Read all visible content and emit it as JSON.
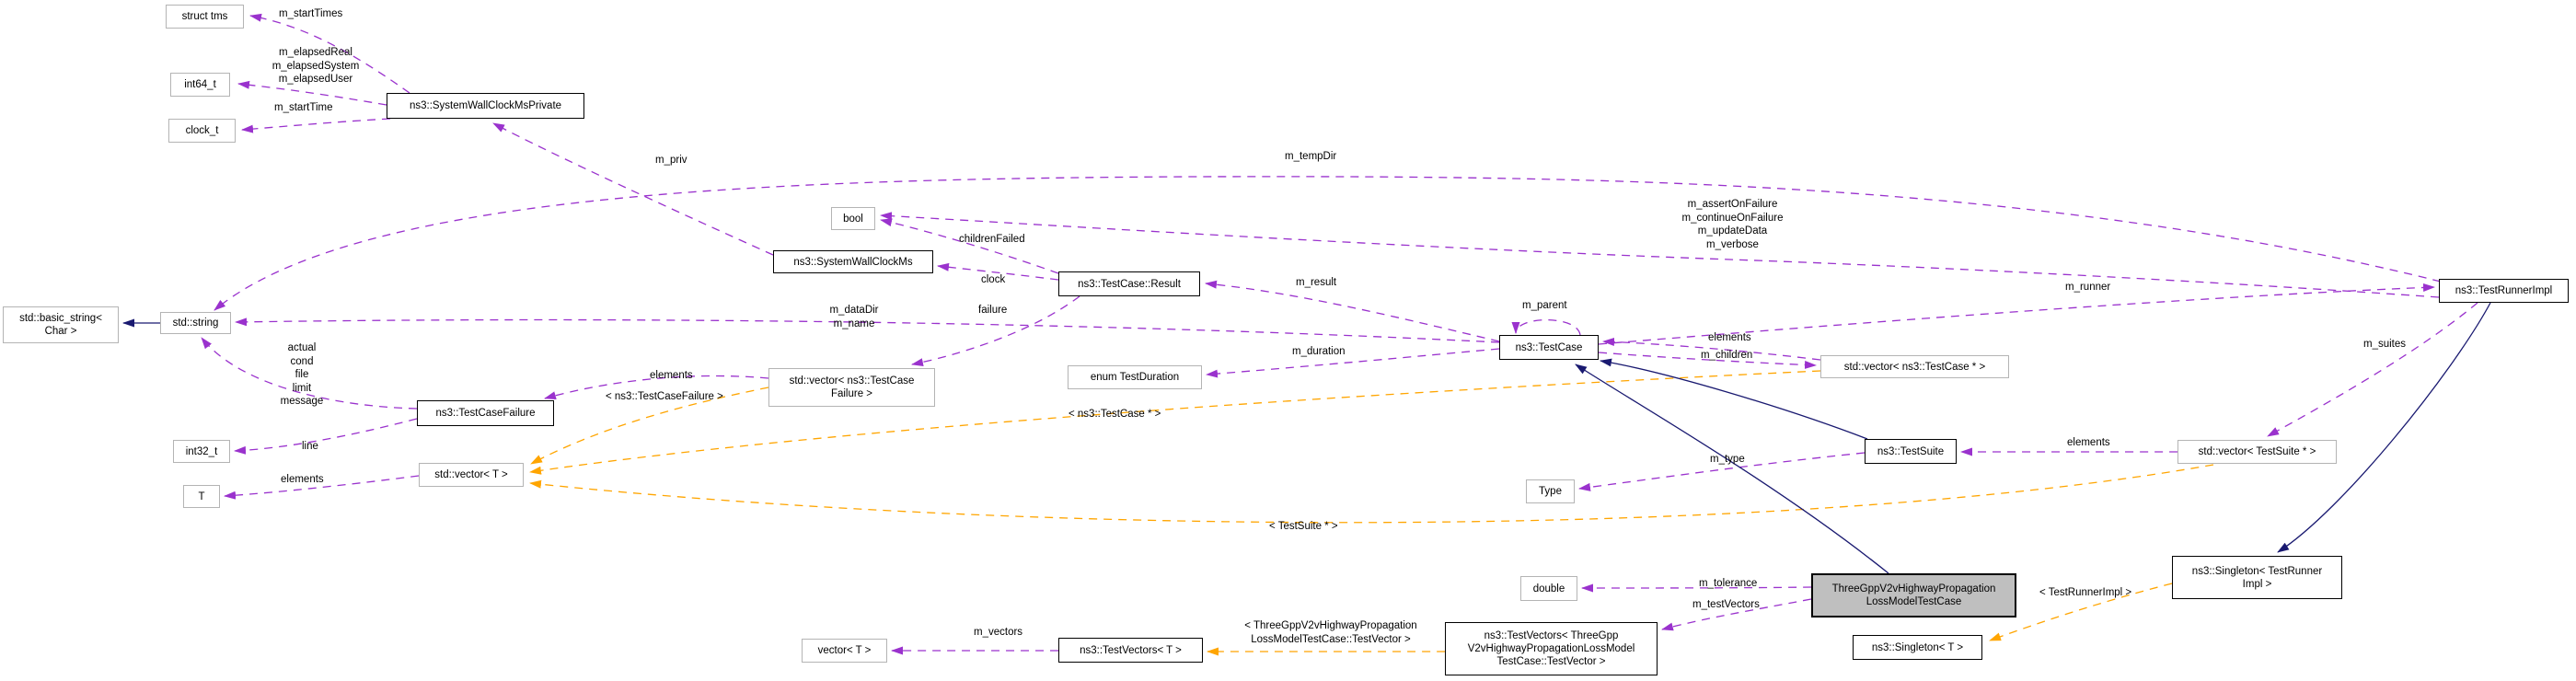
{
  "diagram": {
    "type": "doxygen-collaboration-graph",
    "colors": {
      "usage_edge": "#9a32cd",
      "template_edge": "#ffa500",
      "inheritance_edge": "#191970",
      "current_node_fill": "#bfbfbf",
      "plain_node_border": "#b4b4b4"
    },
    "nodes": {
      "struct_tms": {
        "label": "struct tms"
      },
      "int64_t": {
        "label": "int64_t"
      },
      "clock_t": {
        "label": "clock_t"
      },
      "swcm_private": {
        "label": "ns3::SystemWallClockMsPrivate"
      },
      "bool": {
        "label": "bool"
      },
      "swcm": {
        "label": "ns3::SystemWallClockMs"
      },
      "result": {
        "label": "ns3::TestCase::Result"
      },
      "basic_string": {
        "label": "std::basic_string<\nChar >"
      },
      "std_string": {
        "label": "std::string"
      },
      "tcf": {
        "label": "ns3::TestCaseFailure"
      },
      "vector_tcf": {
        "label": "std::vector< ns3::TestCase\nFailure >"
      },
      "enum_testduration": {
        "label": "enum TestDuration"
      },
      "int32_t": {
        "label": "int32_t"
      },
      "T": {
        "label": "T"
      },
      "vector_T_std": {
        "label": "std::vector< T >"
      },
      "testcase": {
        "label": "ns3::TestCase"
      },
      "vector_tc_ptr": {
        "label": "std::vector< ns3::TestCase * >"
      },
      "type": {
        "label": "Type"
      },
      "testsuite": {
        "label": "ns3::TestSuite"
      },
      "vector_ts_ptr": {
        "label": "std::vector< TestSuite * >"
      },
      "runner": {
        "label": "ns3::TestRunnerImpl"
      },
      "double": {
        "label": "double"
      },
      "current": {
        "label": "ThreeGppV2vHighwayPropagation\nLossModelTestCase"
      },
      "singleton_tri": {
        "label": "ns3::Singleton< TestRunner\nImpl >"
      },
      "singleton_T": {
        "label": "ns3::Singleton< T >"
      },
      "vector_T_bottom": {
        "label": "vector< T >"
      },
      "testvectors_T": {
        "label": "ns3::TestVectors< T >"
      },
      "testvectors_big": {
        "label": "ns3::TestVectors< ThreeGpp\nV2vHighwayPropagationLossModel\nTestCase::TestVector >"
      }
    },
    "edge_labels": {
      "m_startTimes": "m_startTimes",
      "m_elapsed": "m_elapsedReal\nm_elapsedSystem\nm_elapsedUser",
      "m_startTime": "m_startTime",
      "m_priv": "m_priv",
      "m_tempDir": "m_tempDir",
      "childrenFailed": "childrenFailed",
      "clock": "clock",
      "failure": "failure",
      "m_dataDir_m_name": "m_dataDir\nm_name",
      "m_result": "m_result",
      "m_parent": "m_parent",
      "m_assert": "m_assertOnFailure\nm_continueOnFailure\nm_updateData\nm_verbose",
      "elements_tc": "elements",
      "m_children": "m_children",
      "m_runner": "m_runner",
      "m_suites": "m_suites",
      "elements_ts": "elements",
      "m_type": "m_type",
      "m_duration": "m_duration",
      "actual": "actual\ncond\nfile\nlimit\nmessage",
      "elements_tcf": "elements",
      "tmpl_tcf": "< ns3::TestCaseFailure >",
      "line": "line",
      "elements_T": "elements",
      "tmpl_tc_ptr": "< ns3::TestCase * >",
      "tmpl_ts_ptr": "< TestSuite * >",
      "m_tolerance": "m_tolerance",
      "m_testVectors": "m_testVectors",
      "tmpl_tri": "< TestRunnerImpl >",
      "m_vectors": "m_vectors",
      "tmpl_tv": "< ThreeGppV2vHighwayPropagation\nLossModelTestCase::TestVector >"
    }
  }
}
